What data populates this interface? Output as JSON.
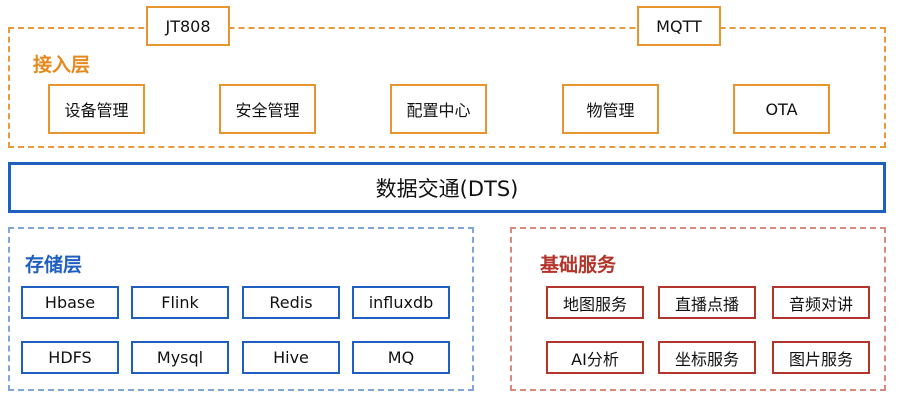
{
  "access_layer": {
    "title": "接入层",
    "protocols": [
      "JT808",
      "MQTT"
    ],
    "items": [
      "设备管理",
      "安全管理",
      "配置中心",
      "物管理",
      "OTA"
    ]
  },
  "dts": {
    "label": "数据交通(DTS)"
  },
  "storage_layer": {
    "title": "存储层",
    "items": [
      "Hbase",
      "Flink",
      "Redis",
      "influxdb",
      "HDFS",
      "Mysql",
      "Hive",
      "MQ"
    ]
  },
  "base_services": {
    "title": "基础服务",
    "items": [
      "地图服务",
      "直播点播",
      "音频对讲",
      "AI分析",
      "坐标服务",
      "图片服务"
    ]
  },
  "colors": {
    "orange": "#e6952f",
    "blue": "#1f5fbf",
    "red": "#b3342a"
  }
}
